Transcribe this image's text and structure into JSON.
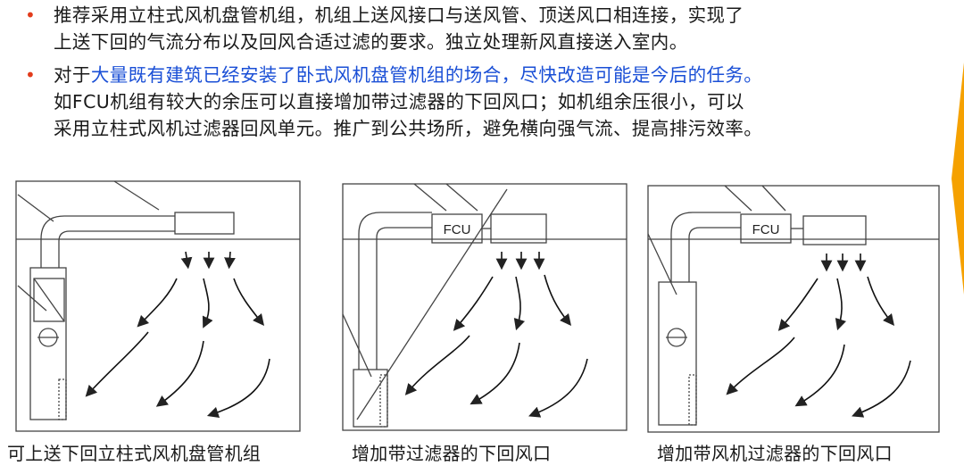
{
  "bullets": [
    {
      "id": "b1",
      "bullet_char": "•",
      "text_before": "推荐采用立柱式风机盘管机组，机组上送风接口与送风管、顶送风口相连接，实现了",
      "text_line2": "上送下回的气流分布以及回风合适过滤的要求。独立处理新风直接送入室内。"
    },
    {
      "id": "b2",
      "bullet_char": "•",
      "text_prefix": "对于",
      "highlight": "大量既有建筑已经安装了卧式风机盘管机组的场合，尽快改造可能是今后的任务。",
      "text_line2": "如FCU机组有较大的余压可以直接增加带过滤器的下回风口；如机组余压很小，可以",
      "text_line3": "采用立柱式风机过滤器回风单元。推广到公共场所，避免横向强气流、提高排污效率。"
    }
  ],
  "diagrams": [
    {
      "caption": "可上送下回立柱式风机盘管机组",
      "box_label": ""
    },
    {
      "caption": "增加带过滤器的下回风口",
      "box_label": "FCU"
    },
    {
      "caption": "增加带风机过滤器的下回风口",
      "box_label": "FCU"
    }
  ],
  "colors": {
    "bullet_marker": "#e23c1c",
    "highlight": "#1a4fd6",
    "accent": "#f5a100"
  }
}
